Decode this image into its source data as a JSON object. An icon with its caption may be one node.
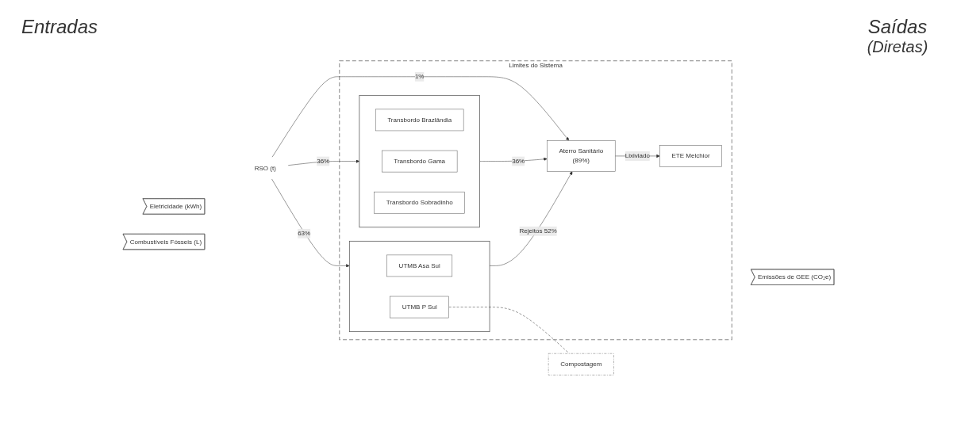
{
  "diagram": {
    "nodes": [
      {
        "text": [
          "RSO (t)"
        ]
      },
      {
        "text": [
          "Eletricidade (kWh)"
        ]
      },
      {
        "text": [
          "Combustíveis Fósseis (L)"
        ]
      },
      {
        "text": [
          "Limites do Sistema"
        ]
      },
      {
        "text": [],
        "shape": "box",
        "in": 3
      },
      {
        "text": [
          "Transbordo Brazlândia"
        ],
        "in": 4
      },
      {
        "text": [
          "Transbordo Gama"
        ],
        "in": 4
      },
      {
        "text": [
          "Transbordo Sobradinho"
        ],
        "in": 4
      },
      {
        "text": [
          "Aterro Sanitário",
          "(89%)"
        ],
        "in": 3
      },
      {
        "text": [
          "ETE Melchior"
        ],
        "in": 3
      },
      {
        "text": [],
        "shape": "box",
        "in": 3
      },
      {
        "text": [
          "UTMB Asa Sul"
        ],
        "in": 10
      },
      {
        "text": [
          "UTMB P Sul"
        ],
        "in": 10
      },
      {
        "text": [
          "Emissões de GEE (CO₂e)"
        ]
      },
      {
        "text": [
          "Compostagem"
        ]
      }
    ],
    "edges": [
      {
        "from": 0,
        "to": 4,
        "arrow": "to",
        "label": "36%"
      },
      {
        "from": 0,
        "to": 8,
        "arrow": "to",
        "label": "1%"
      },
      {
        "from": 0,
        "to": 10,
        "arrow": "to",
        "label": "63%"
      },
      {
        "from": 4,
        "to": 8,
        "arrow": "to",
        "label": "36%"
      },
      {
        "from": 8,
        "to": 9,
        "arrow": "to",
        "label": "Lixiviado"
      },
      {
        "from": 10,
        "to": 8,
        "arrow": "to",
        "label": "Rejeitos 52%"
      },
      {
        "from": 12,
        "to": 14,
        "arrow": "none",
        "style": "dashed"
      }
    ],
    "labels": [
      "Entradas",
      "Saídas",
      "(Diretas)"
    ]
  }
}
